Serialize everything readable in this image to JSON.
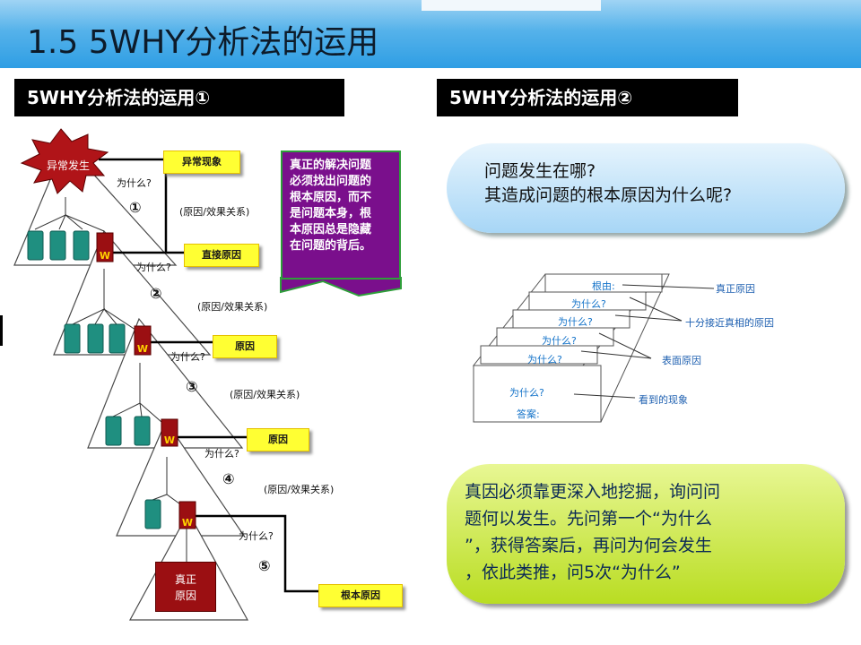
{
  "header": {
    "title": "1.5 5WHY分析法的运用"
  },
  "left": {
    "heading": "5WHY分析法的运用①",
    "start_label": "异常发生",
    "yellow_labels": [
      "异常现象",
      "直接原因",
      "原因",
      "原因",
      "根本原因"
    ],
    "why_labels": [
      "为什么?",
      "为什么?",
      "为什么?",
      "为什么?",
      "为什么?"
    ],
    "relation_labels": [
      "(原因/效果关系)",
      "(原因/效果关系)",
      "(原因/效果关系)",
      "(原因/效果关系)"
    ],
    "numbers": [
      "①",
      "②",
      "③",
      "④",
      "⑤"
    ],
    "w_marker": "W",
    "root_box": [
      "真正",
      "原因"
    ],
    "note_lines": [
      "真正的解决问题",
      "必须找出问题的",
      "根本原因，而不",
      "是问题本身，根",
      "本原因总是隐藏",
      "在问题的背后。"
    ]
  },
  "right": {
    "heading": "5WHY分析法的运用②",
    "question_lines": [
      "问题发生在哪?",
      "其造成问题的根本原因为什么呢?"
    ],
    "stack_labels": [
      "根由:",
      "为什么?",
      "为什么?",
      "为什么?",
      "为什么?"
    ],
    "front_labels": [
      "为什么?",
      "答案:"
    ],
    "side_labels": [
      "真正原因",
      "十分接近真相的原因",
      "表面原因",
      "看到的现象"
    ],
    "conclusion_lines": [
      "真因必须靠更深入地挖掘，询问问",
      "题何以发生。先问第一个“为什么",
      "”，获得答案后，再问为何会发生",
      "，依此类推，问5次“为什么”"
    ]
  },
  "colors": {
    "title_blue": "#2f9ee4",
    "note_purple": "#7a0f8c",
    "marker_red": "#9b0f12",
    "label_yellow": "#ffff33",
    "tower_teal": "#1f8f80"
  }
}
